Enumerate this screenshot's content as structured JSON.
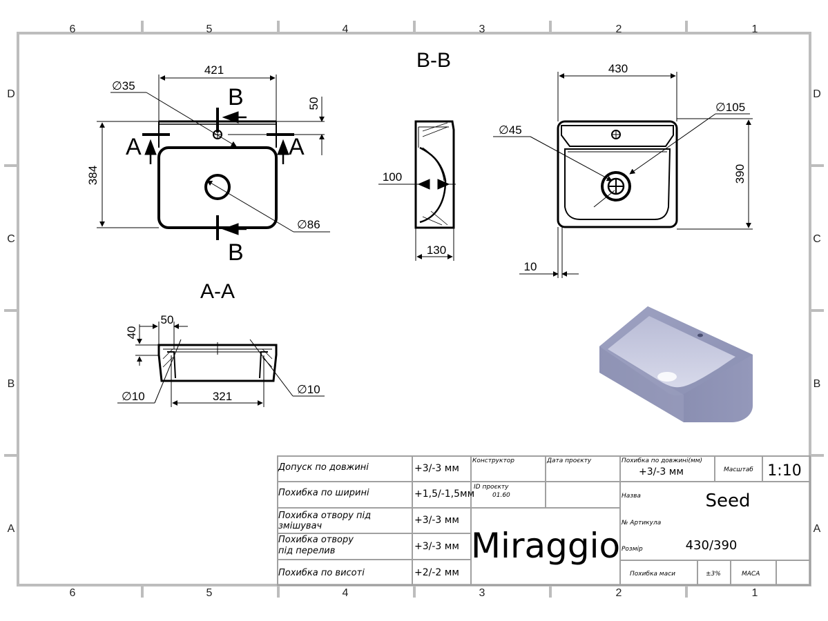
{
  "zones": {
    "columns": [
      "6",
      "5",
      "4",
      "3",
      "2",
      "1"
    ],
    "rows": [
      "D",
      "C",
      "B",
      "A"
    ]
  },
  "views": {
    "top": {
      "dim_width": "421",
      "dim_height": "384",
      "dim_offset": "50",
      "hole_small": "∅35",
      "hole_drain": "∅86",
      "cut_a": "A",
      "cut_b": "B"
    },
    "section_bb": {
      "title": "B-B",
      "dim_depth": "100",
      "dim_height": "130"
    },
    "front": {
      "dim_width": "430",
      "dim_height": "390",
      "hole_45": "∅45",
      "hole_105": "∅105",
      "dim_wall": "10"
    },
    "section_aa": {
      "title": "A-A",
      "dim_50": "50",
      "dim_40": "40",
      "dim_inner": "321",
      "hole_left": "∅10",
      "hole_right": "∅10"
    }
  },
  "title_block": {
    "tolerances": [
      {
        "label": "Допуск по довжині",
        "value": "+3/-3 мм"
      },
      {
        "label": "Похибка по ширині",
        "value": "+1,5/-1,5мм"
      },
      {
        "label_line1": "Похибка отвору під",
        "label_line2": "змішувач",
        "value": "+3/-3 мм"
      },
      {
        "label_line1": "Похибка отвору",
        "label_line2": "під перелив",
        "value": "+3/-3 мм"
      },
      {
        "label": "Похибка по висоті",
        "value": "+2/-2 мм"
      }
    ],
    "designer_label": "Конструктор",
    "date_label": "Дата проєкту",
    "project_id_label": "ID проєкту",
    "project_id_value": "01.60",
    "brand": "Miraggio",
    "length_tol_label": "Похибка по довжині(мм)",
    "length_tol_value": "+3/-3 мм",
    "scale_label": "Масштаб",
    "scale_value": "1:10",
    "name_label": "Назва",
    "name_value": "Seed",
    "article_label": "№ Артикула",
    "size_label": "Розмір",
    "size_value": "430/390",
    "mass_tol_label": "Похибка маси",
    "mass_tol_value": "±3%",
    "mass_label": "МАСА"
  },
  "colors": {
    "basin_render": "#8e93b5",
    "basin_highlight": "#c9cce0",
    "frame": "#bdbdbd",
    "line": "#000000"
  }
}
